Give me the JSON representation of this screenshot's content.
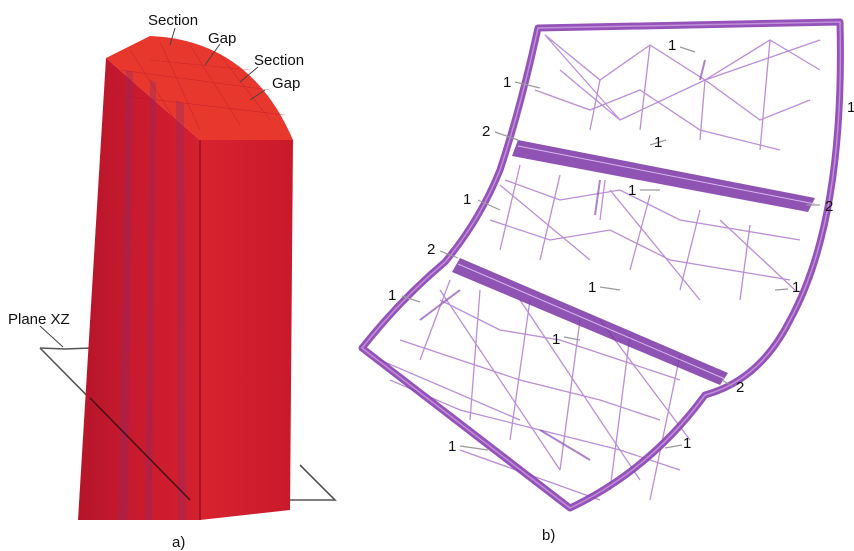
{
  "panel_a": {
    "caption": "a)",
    "labels": {
      "section_1": "Section",
      "gap_1": "Gap",
      "section_2": "Section",
      "gap_2": "Gap",
      "plane": "Plane XZ"
    },
    "colors": {
      "body": "#c8182d",
      "top": "#e8382e",
      "stripe": "#8a2a6a",
      "plane": "#555555"
    }
  },
  "panel_b": {
    "caption": "b)",
    "markers": [
      "1",
      "1",
      "1",
      "1",
      "1",
      "1",
      "1",
      "1",
      "1",
      "1",
      "1",
      "1",
      "2",
      "2",
      "2",
      "2"
    ],
    "colors": {
      "mesh": "#9c5bbf",
      "frame": "#8a3fb0",
      "band": "#7b35a6"
    }
  }
}
